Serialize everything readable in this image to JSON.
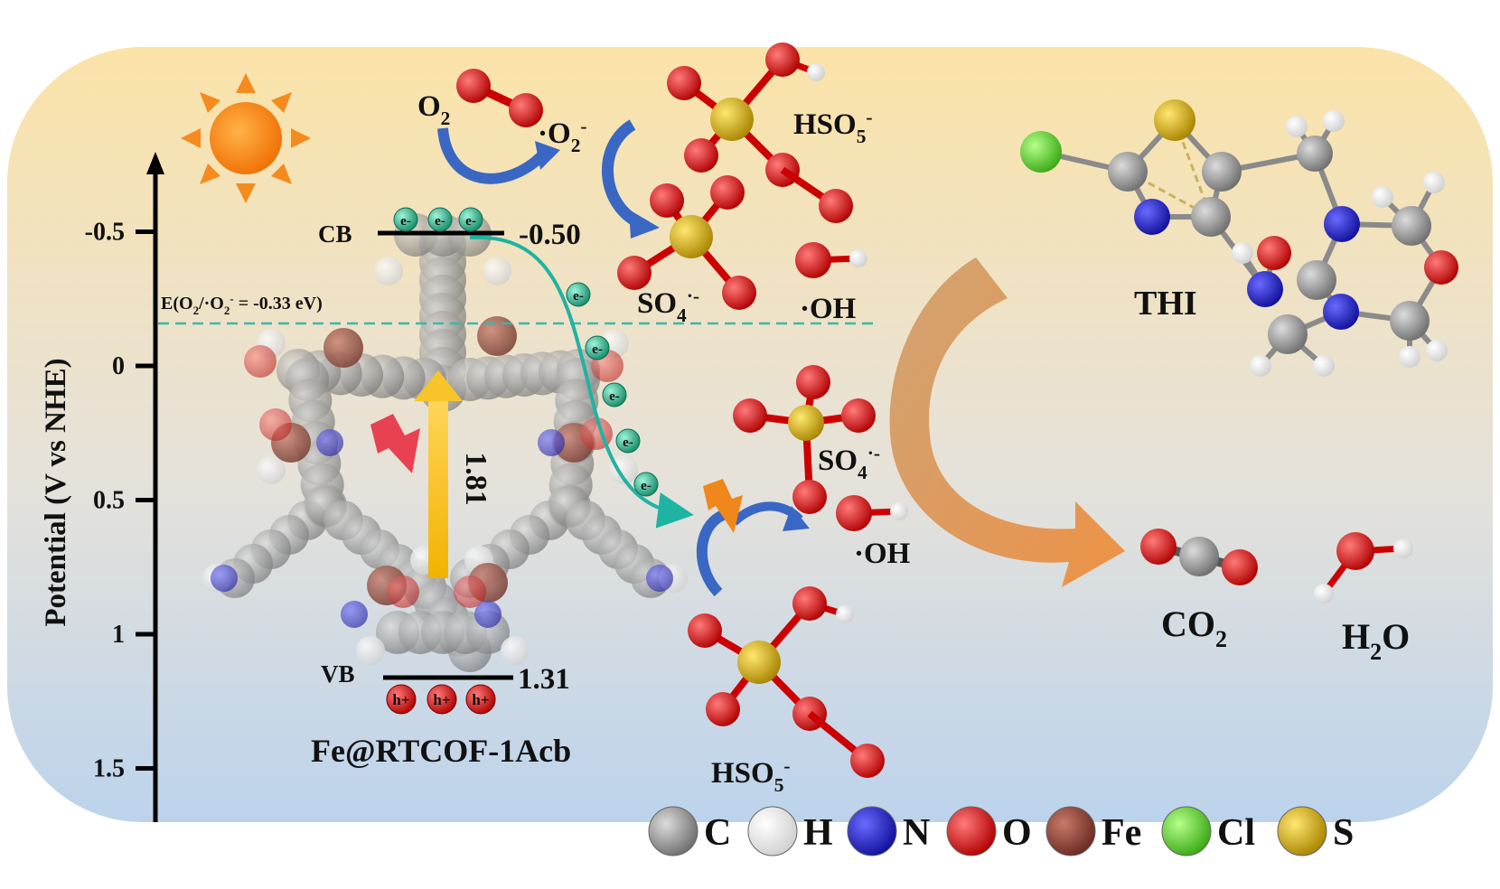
{
  "axis": {
    "label": "Potential (V vs NHE)",
    "ticks": [
      {
        "label": "-0.5",
        "value": -0.5
      },
      {
        "label": "0",
        "value": 0
      },
      {
        "label": "0.5",
        "value": 0.5
      },
      {
        "label": "1",
        "value": 1
      },
      {
        "label": "1.5",
        "value": 1.5
      }
    ]
  },
  "bands": {
    "cb_label": "CB",
    "cb_value": "-0.50",
    "vb_label": "VB",
    "vb_value": "1.31",
    "gap": "1.81",
    "redox_label": "E(O2/·O2- = -0.33 eV)"
  },
  "catalyst": {
    "name": "Fe@RTCOF-1Acb"
  },
  "species": {
    "o2": "O2",
    "superoxide": "·O2-",
    "hso5_top": "HSO5-",
    "so4_top": "SO4·-",
    "oh_top": "·OH",
    "so4_mid": "SO4·-",
    "oh_mid": "·OH",
    "hso5_bottom": "HSO5-",
    "thi": "THI",
    "co2": "CO2",
    "h2o": "H2O"
  },
  "carrier": {
    "electron": "e-",
    "hole": "h+"
  },
  "legend": [
    {
      "symbol": "C",
      "color": "#8a8a8a"
    },
    {
      "symbol": "H",
      "color": "#f2f2f2"
    },
    {
      "symbol": "N",
      "color": "#1a1acc"
    },
    {
      "symbol": "O",
      "color": "#e01010"
    },
    {
      "symbol": "Fe",
      "color": "#8b3a2e"
    },
    {
      "symbol": "Cl",
      "color": "#5fd82a"
    },
    {
      "symbol": "S",
      "color": "#d4b000"
    }
  ]
}
